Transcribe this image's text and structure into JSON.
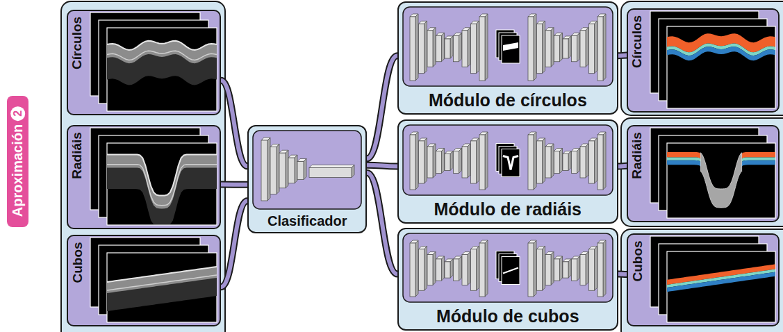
{
  "diagram": {
    "nodes": [
      {
        "text": [
          "Aproximación",
          "2"
        ]
      },
      {
        "text": [
          "Círculos"
        ]
      },
      {
        "text": [
          "Radiáis"
        ]
      },
      {
        "text": [
          "Cubos"
        ]
      },
      {
        "text": [
          "Clasificador"
        ]
      },
      {
        "text": [
          "Módulo de círculos"
        ]
      },
      {
        "text": [
          "Módulo de radiáis"
        ]
      },
      {
        "text": [
          "Módulo de cubos"
        ]
      },
      {
        "text": [
          "Círculos"
        ]
      },
      {
        "text": [
          "Radiáis"
        ]
      },
      {
        "text": [
          "Cubos"
        ]
      }
    ],
    "edges": [
      {
        "from": 1,
        "to": 4,
        "arrow": "none"
      },
      {
        "from": 2,
        "to": 4,
        "arrow": "none"
      },
      {
        "from": 3,
        "to": 4,
        "arrow": "none"
      },
      {
        "from": 4,
        "to": 5,
        "arrow": "none"
      },
      {
        "from": 4,
        "to": 6,
        "arrow": "none"
      },
      {
        "from": 4,
        "to": 7,
        "arrow": "none"
      },
      {
        "from": 5,
        "to": 8,
        "arrow": "none"
      },
      {
        "from": 6,
        "to": 9,
        "arrow": "none"
      },
      {
        "from": 7,
        "to": 10,
        "arrow": "none"
      }
    ]
  }
}
